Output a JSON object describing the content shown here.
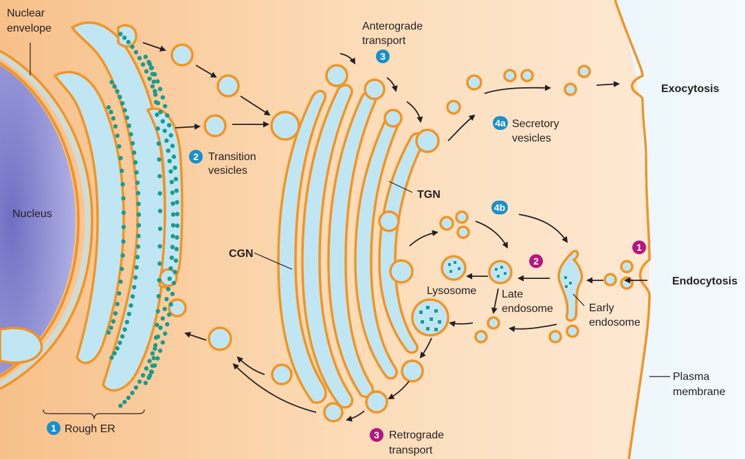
{
  "labels": {
    "nuclear_envelope_1": "Nuclear",
    "nuclear_envelope_2": "envelope",
    "nucleus": "Nucleus",
    "rough_er": "Rough ER",
    "transition_1": "Transition",
    "transition_2": "vesicles",
    "anterograde_1": "Anterograde",
    "anterograde_2": "transport",
    "secretory_1": "Secretory",
    "secretory_2": "vesicles",
    "exocytosis": "Exocytosis",
    "tgn": "TGN",
    "cgn": "CGN",
    "lysosome": "Lysosome",
    "late_endosome_1": "Late",
    "late_endosome_2": "endosome",
    "early_endosome_1": "Early",
    "early_endosome_2": "endosome",
    "endocytosis": "Endocytosis",
    "plasma_1": "Plasma",
    "plasma_2": "membrane",
    "retrograde_1": "Retrograde",
    "retrograde_2": "transport"
  },
  "badges": {
    "rough_er": "1",
    "transition": "2",
    "anterograde": "3",
    "secretory": "4a",
    "endo_4b": "4b",
    "endocytosis_1": "1",
    "endosome_2": "2",
    "retrograde_3": "3"
  },
  "colors": {
    "cytoplasm": "#fbd9b0",
    "membrane": "#f29424",
    "lumen": "#bfe6f2",
    "ribosome": "#1a9b8f",
    "nucleus": "#9a9ad6",
    "extracellular": "#d8eef8",
    "badge_blue": "#1a8fc9",
    "badge_magenta": "#b5177f"
  }
}
